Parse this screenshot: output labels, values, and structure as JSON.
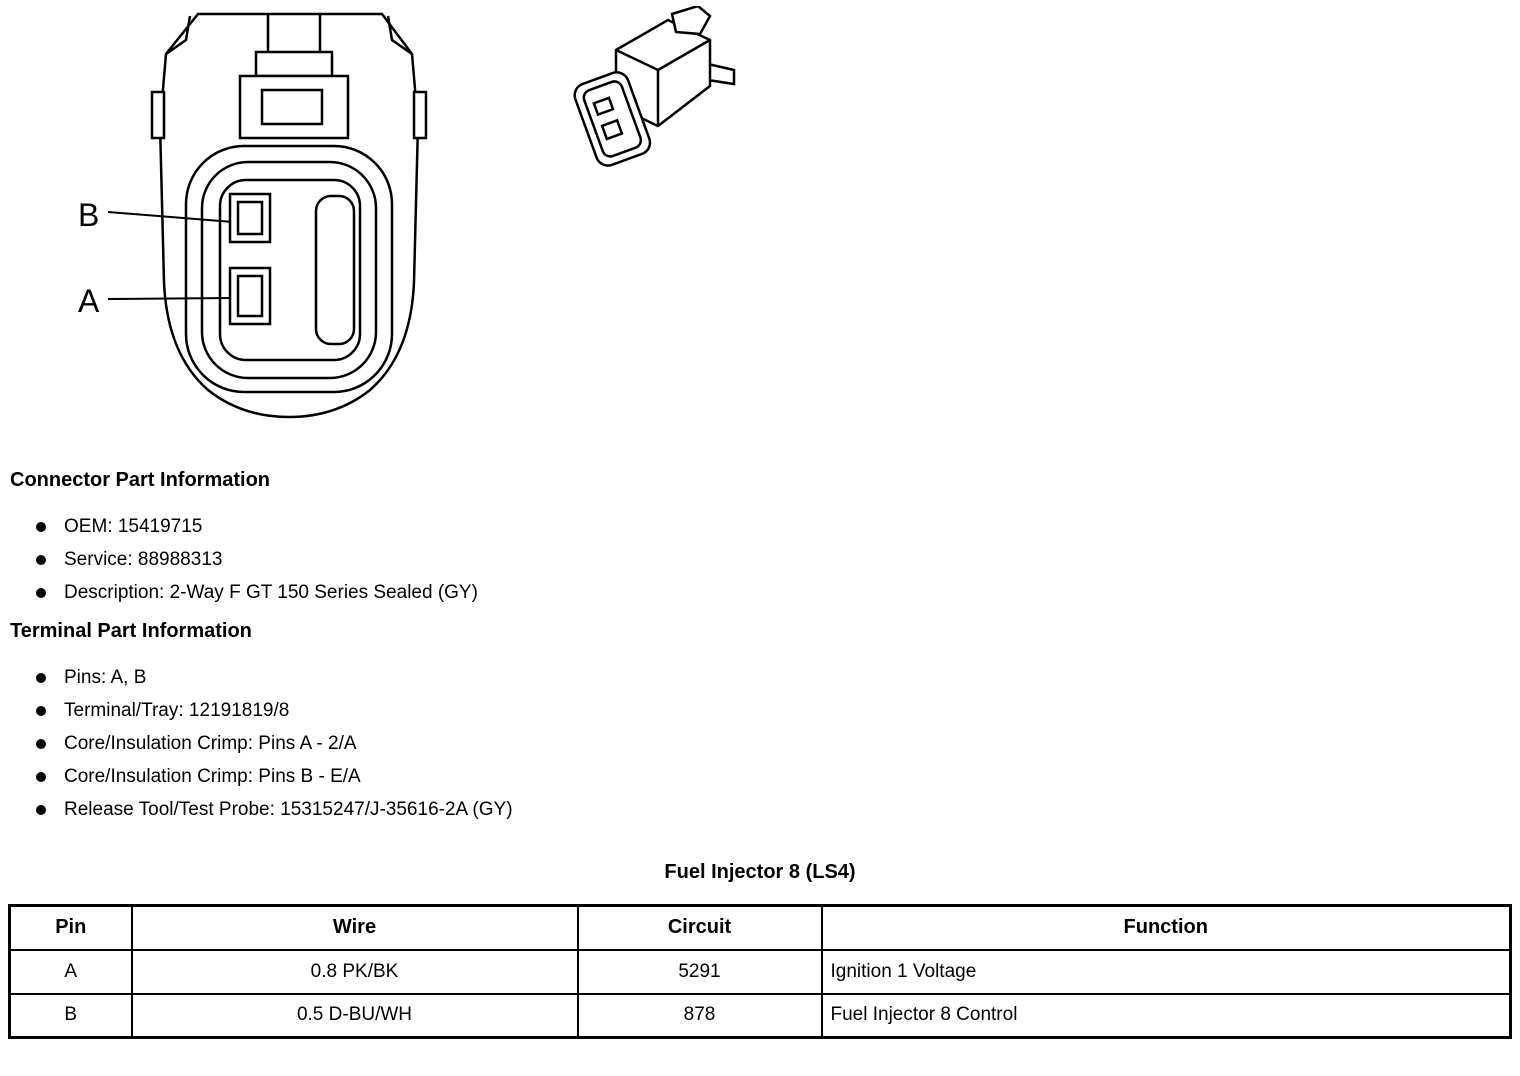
{
  "diagram": {
    "pin_label_b": "B",
    "pin_label_a": "A"
  },
  "connector_info": {
    "heading": "Connector Part Information",
    "bullets": [
      "OEM: 15419715",
      "Service: 88988313",
      "Description: 2-Way F GT 150 Series Sealed (GY)"
    ]
  },
  "terminal_info": {
    "heading": "Terminal Part Information",
    "bullets": [
      "Pins: A, B",
      "Terminal/Tray: 12191819/8",
      "Core/Insulation Crimp: Pins A - 2/A",
      "Core/Insulation Crimp: Pins B - E/A",
      "Release Tool/Test Probe: 15315247/J-35616-2A (GY)"
    ]
  },
  "table": {
    "title": "Fuel Injector 8 (LS4)",
    "headers": [
      "Pin",
      "Wire",
      "Circuit",
      "Function"
    ],
    "rows": [
      {
        "pin": "A",
        "wire": "0.8 PK/BK",
        "circuit": "5291",
        "function": "Ignition 1 Voltage"
      },
      {
        "pin": "B",
        "wire": "0.5 D-BU/WH",
        "circuit": "878",
        "function": "Fuel Injector 8 Control"
      }
    ]
  }
}
